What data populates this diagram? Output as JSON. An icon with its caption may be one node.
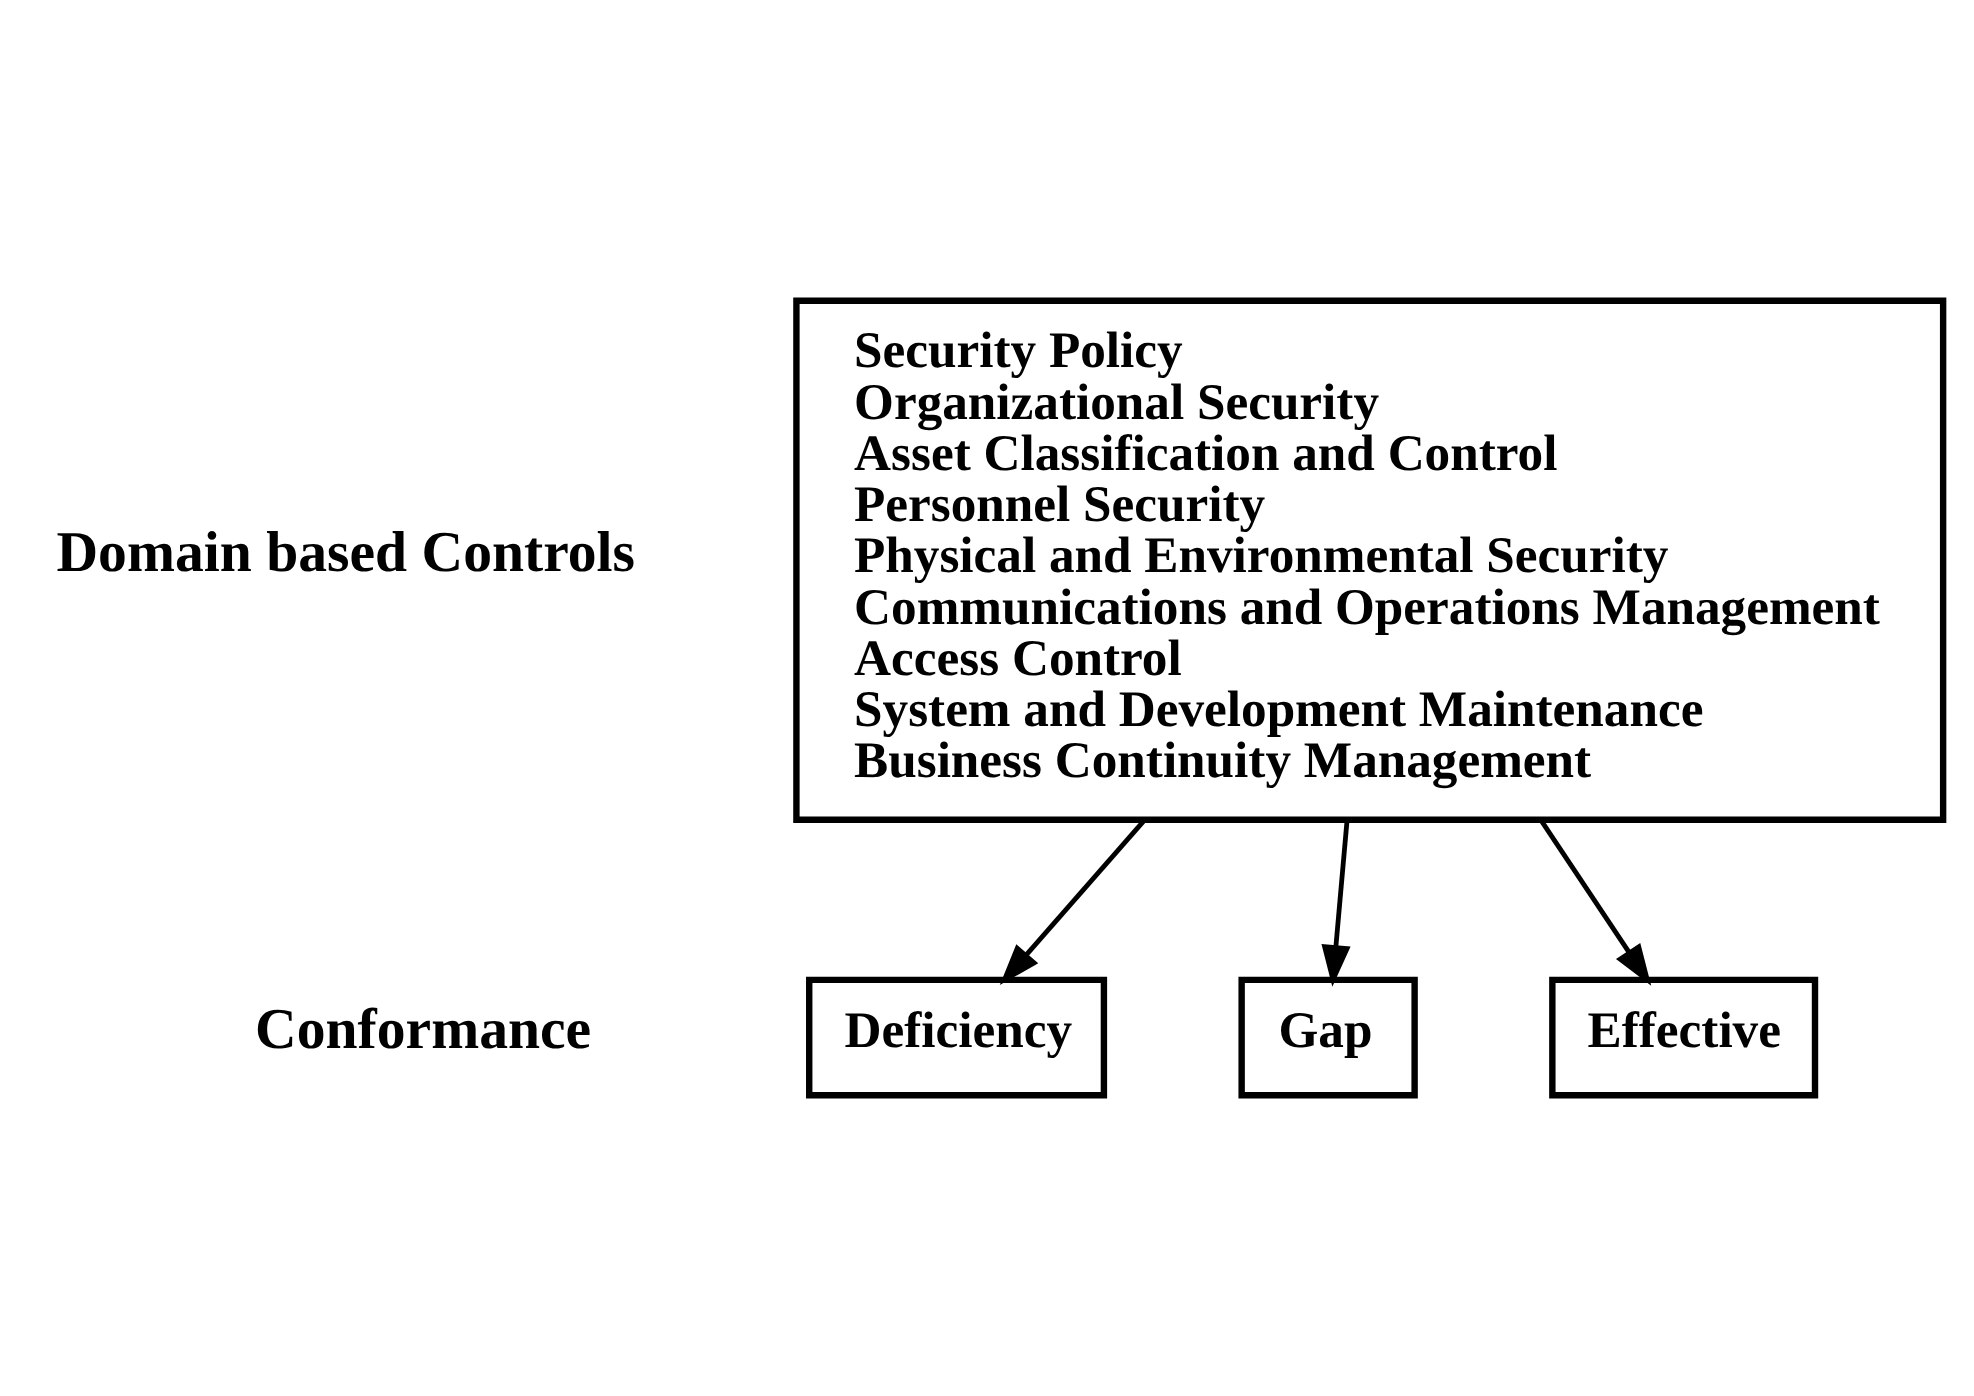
{
  "diagram": {
    "nodes": [
      {
        "text": [
          "Security Policy",
          "Organizational Security",
          "Asset Classification and Control",
          "Personnel Security",
          "Physical and Environmental Security",
          "Communications and Operations Management",
          "Access Control",
          "System and Development Maintenance",
          "Business Continuity Management"
        ]
      },
      {
        "text": [
          "Gap"
        ]
      },
      {
        "text": [
          "Effective"
        ]
      },
      {
        "text": [
          "Deficiency"
        ]
      }
    ],
    "edges": [
      {
        "from": 0,
        "to": 1,
        "arrow": "to"
      },
      {
        "from": 0,
        "to": 2,
        "arrow": "to"
      },
      {
        "from": 0,
        "to": 3,
        "arrow": "to"
      }
    ],
    "labels": [
      "Domain based Controls",
      "Conformance"
    ]
  }
}
